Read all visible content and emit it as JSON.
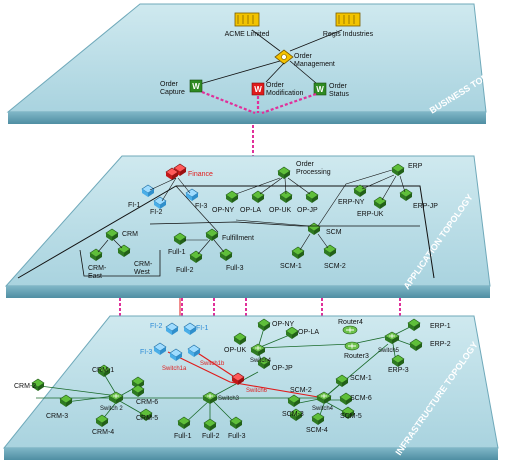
{
  "layers": {
    "business": "BUSINESS TOPOLOGY",
    "application": "APPLICATION TOPOLOGY",
    "infrastructure": "INFRASTRUCTURE TOPOLOGY"
  },
  "business": {
    "acme": "ACME Limited",
    "regis": "Regis Industries",
    "order_mgmt_1": "Order",
    "order_mgmt_2": "Management",
    "capture_1": "Order",
    "capture_2": "Capture",
    "mod_1": "Order",
    "mod_2": "Modification",
    "status_1": "Order",
    "status_2": "Status"
  },
  "application": {
    "finance": "Finance",
    "fi1": "FI-1",
    "fi2": "FI-2",
    "fi3": "FI-3",
    "op_1": "Order",
    "op_2": "Processing",
    "opny": "OP-NY",
    "opla": "OP-LA",
    "opuk": "OP-UK",
    "opjp": "OP-JP",
    "erp": "ERP",
    "erpny": "ERP-NY",
    "erpuk": "ERP-UK",
    "erpjp": "ERP-JP",
    "crm": "CRM",
    "crmeast_1": "CRM-",
    "crmeast_2": "East",
    "crmwest_1": "CRM-",
    "crmwest_2": "West",
    "fulfillment": "Fulfillment",
    "full1": "Full-1",
    "full2": "Full-2",
    "full3": "Full-3",
    "scm": "SCM",
    "scm1": "SCM-1",
    "scm2": "SCM-2"
  },
  "infra": {
    "fi2": "FI-2",
    "fi1": "FI-1",
    "fi3": "FI-3",
    "sw1a": "Switch1a",
    "sw1b": "Switch1b",
    "sw6": "Switch6",
    "opny": "OP-NY",
    "opla": "OP-LA",
    "opuk": "OP-UK",
    "opjp": "OP-JP",
    "sw4top": "Switch4",
    "router4": "Router4",
    "router3": "Router3",
    "erp1": "ERP-1",
    "erp2": "ERP-2",
    "erp3": "ERP-3",
    "sw5": "Switch5",
    "crm1": "CRM-1",
    "crm2": "CRM-2",
    "crm3": "CRM-3",
    "crm4": "CRM-4",
    "crm5": "CRM-5",
    "crm6": "CRM-6",
    "sw2": "Switch 2",
    "sw3": "Switch3",
    "full1": "Full-1",
    "full2": "Full-2",
    "full3": "Full-3",
    "scm1": "SCM-1",
    "scm2": "SCM-2",
    "scm3": "SCM-3",
    "scm4": "SCM-4",
    "scm5": "SCM-5",
    "scm6": "SCM-6",
    "sw4": "Switch4"
  },
  "colors": {
    "platform": "#b7dce6",
    "edge": "#6fa9ba",
    "layer_title": "#ffffff",
    "node_green": "#3a8a2a",
    "node_red": "#e01b1b",
    "node_blue": "#3aa9e8",
    "dashed_link": "#e0309a",
    "infra_red_link": "#e01b1b"
  }
}
